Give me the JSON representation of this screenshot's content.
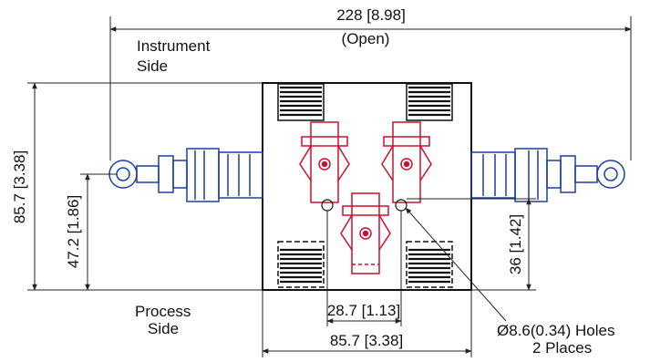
{
  "dimensions": {
    "overall_width": "228 [8.98]",
    "overall_width_note": "(Open)",
    "height": "85.7 [3.38]",
    "port_height": "47.2 [1.86]",
    "hole_height": "36 [1.42]",
    "hole_spacing": "28.7 [1.13]",
    "body_width": "85.7 [3.38]"
  },
  "labels": {
    "instrument_line1": "Instrument",
    "instrument_line2": "Side",
    "process_line1": "Process",
    "process_line2": "Side",
    "holes_line1": "Ø8.6(0.34) Holes",
    "holes_line2": "2 Places"
  },
  "colors": {
    "fitting": "#1e3f9c",
    "valve": "#c8102e",
    "body": "#111111",
    "dimension": "#222222"
  }
}
